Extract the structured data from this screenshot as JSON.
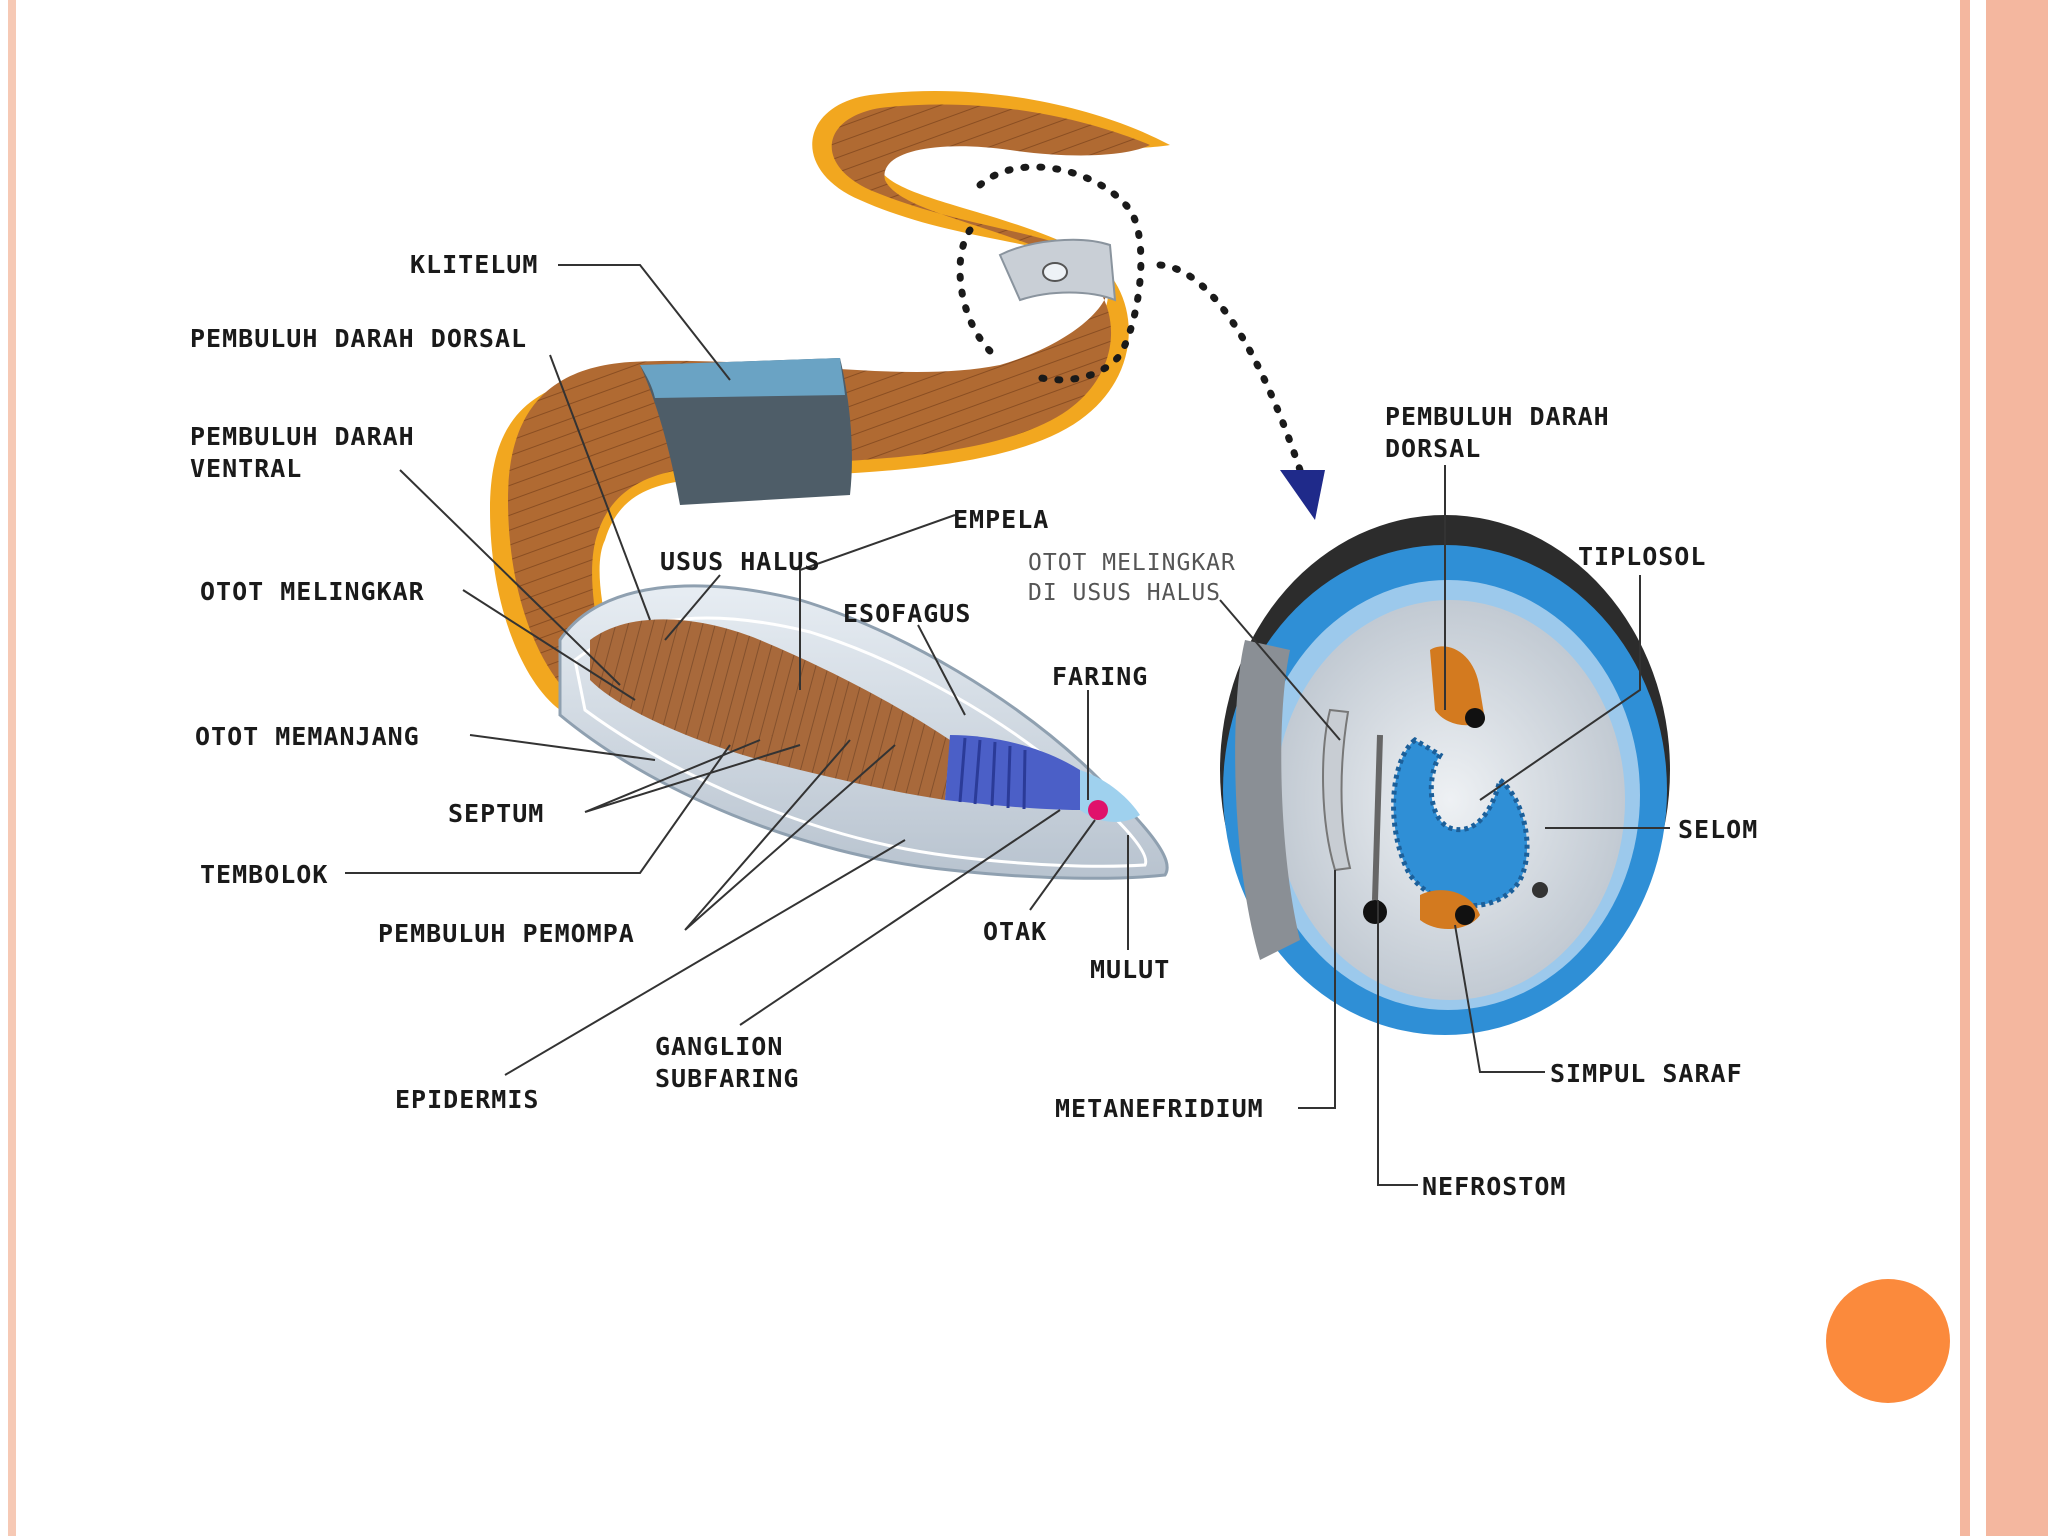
{
  "labels": {
    "klitelum": "KLITELUM",
    "pembuluh_darah_dorsal_left": "PEMBULUH DARAH DORSAL",
    "pembuluh_darah_ventral_1": "PEMBULUH DARAH",
    "pembuluh_darah_ventral_2": "VENTRAL",
    "otot_melingkar": "OTOT MELINGKAR",
    "otot_memanjang": "OTOT MEMANJANG",
    "septum": "SEPTUM",
    "tembolok": "TEMBOLOK",
    "pembuluh_pemompa": "PEMBULUH PEMOMPA",
    "epidermis": "EPIDERMIS",
    "ganglion_1": "GANGLION",
    "ganglion_2": "SUBFARING",
    "usus_halus": "USUS HALUS",
    "empela": "EMPELA",
    "esofagus": "ESOFAGUS",
    "faring": "FARING",
    "otak": "OTAK",
    "mulut": "MULUT",
    "otot_melingkar_usus_1": "OTOT MELINGKAR",
    "otot_melingkar_usus_2": "DI USUS HALUS",
    "pembuluh_darah_dorsal_right_1": "PEMBULUH DARAH",
    "pembuluh_darah_dorsal_right_2": "DORSAL",
    "tiplosol": "TIPLOSOL",
    "selom": "SELOM",
    "simpul_saraf": "SIMPUL SARAF",
    "metanefridium": "METANEFRIDIUM",
    "nefrostom": "NEFROSTOM"
  },
  "colors": {
    "frame": "#f4b79f",
    "accent_circle": "#fb8a3c",
    "worm_body": "#b06a32",
    "worm_outline": "#f2a71f",
    "clitellum": "#5f7f95",
    "pharynx_blue": "#4b5fc7",
    "cross_section_blue": "#2f8fd6"
  }
}
